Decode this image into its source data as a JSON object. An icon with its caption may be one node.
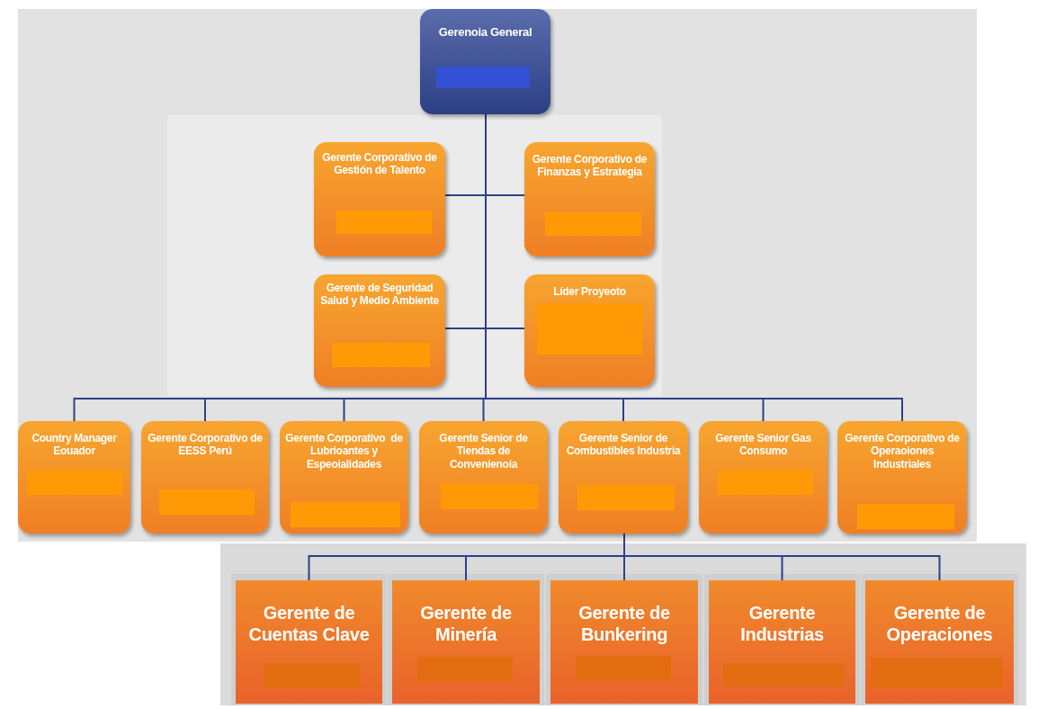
{
  "diagram": {
    "nodes": [
      {
        "text": [
          "Gerenoia General"
        ]
      },
      {
        "text": [
          "Gerente Corporativo de Gestión de Talento"
        ]
      },
      {
        "text": [
          "Gerente Corporativo de Finanzas y Estrategia"
        ]
      },
      {
        "text": [
          "Gerente de Seguridad Salud y Medio Ambiente"
        ]
      },
      {
        "text": [
          "Líder Proyeoto"
        ]
      },
      {
        "text": [
          "Country Manager Eouador"
        ]
      },
      {
        "text": [
          "Gerente Corporativo de EESS Perú"
        ]
      },
      {
        "text": [
          "Gerente Corporativo  de Lubrioantes y Espeoialidades"
        ]
      },
      {
        "text": [
          "Gerente Senior de Tiendas de Convenienoia"
        ]
      },
      {
        "text": [
          "Gerente Senior de Combustibles Industria"
        ]
      },
      {
        "text": [
          "Gerente Senior Gas Consumo"
        ]
      },
      {
        "text": [
          "Gerente Corporativo de Operaoiones Industriales"
        ]
      },
      {
        "text": [
          "Gerente de Cuentas Clave"
        ]
      },
      {
        "text": [
          "Gerente de Minería"
        ]
      },
      {
        "text": [
          "Gerente de Bunkering"
        ]
      },
      {
        "text": [
          "Gerente Industrias"
        ]
      },
      {
        "text": [
          "Gerente de Operaciones"
        ]
      }
    ],
    "edges": [
      {
        "from": 0,
        "to": 1,
        "arrow": "none"
      },
      {
        "from": 0,
        "to": 2,
        "arrow": "none"
      },
      {
        "from": 0,
        "to": 3,
        "arrow": "none"
      },
      {
        "from": 0,
        "to": 4,
        "arrow": "none"
      },
      {
        "from": 0,
        "to": 5,
        "arrow": "none"
      },
      {
        "from": 0,
        "to": 6,
        "arrow": "none"
      },
      {
        "from": 0,
        "to": 7,
        "arrow": "none"
      },
      {
        "from": 0,
        "to": 8,
        "arrow": "none"
      },
      {
        "from": 0,
        "to": 9,
        "arrow": "none"
      },
      {
        "from": 0,
        "to": 10,
        "arrow": "none"
      },
      {
        "from": 0,
        "to": 11,
        "arrow": "none"
      },
      {
        "from": 9,
        "to": 12,
        "arrow": "none"
      },
      {
        "from": 9,
        "to": 13,
        "arrow": "none"
      },
      {
        "from": 9,
        "to": 14,
        "arrow": "none"
      },
      {
        "from": 9,
        "to": 15,
        "arrow": "none"
      },
      {
        "from": 9,
        "to": 16,
        "arrow": "none"
      }
    ]
  }
}
